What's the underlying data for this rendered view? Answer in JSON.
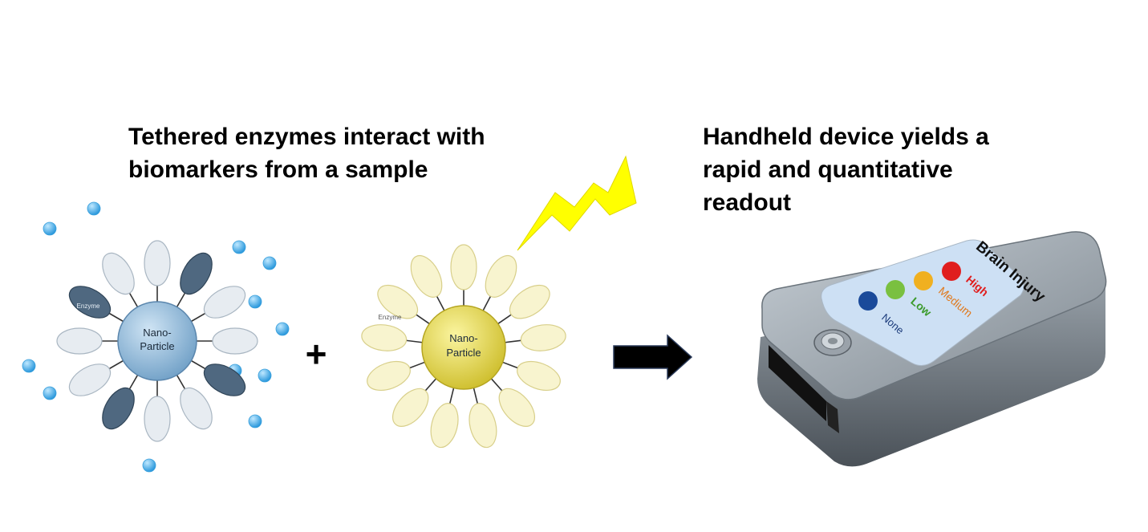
{
  "captions": {
    "left": [
      "Tethered enzymes interact with",
      "biomarkers from a sample"
    ],
    "right": [
      "Handheld device yields a",
      "rapid and quantitative",
      "readout"
    ]
  },
  "particle_left": {
    "label_line1": "Nano-",
    "label_line2": "Particle",
    "enzyme_label": "Enzyme",
    "color": "#8fb8d8"
  },
  "particle_right": {
    "label_line1": "Nano-",
    "label_line2": "Particle",
    "enzyme_label": "Enzyme",
    "color": "#e0d44a"
  },
  "operator": "+",
  "device": {
    "title": "Brain Injury",
    "levels": [
      {
        "label": "High",
        "color": "#e01e1e"
      },
      {
        "label": "Medium",
        "color": "#e07a1e"
      },
      {
        "label": "Low",
        "color": "#3a9a2a"
      },
      {
        "label": "None",
        "color": "#1a3a7a"
      }
    ],
    "dot_colors": [
      "#e01e1e",
      "#f0b020",
      "#7ac040",
      "#1a4a9a"
    ]
  },
  "colors": {
    "lightning": "#ffff00",
    "arrow": "#000000",
    "biomarker": "#4ab0e8"
  }
}
